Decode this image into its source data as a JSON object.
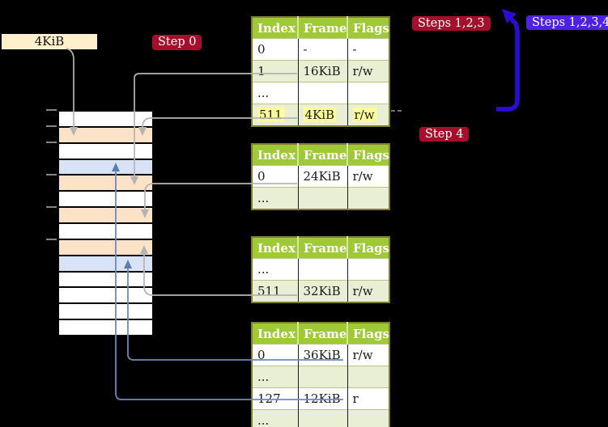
{
  "frame_register": {
    "label": "4KiB"
  },
  "badges": {
    "step0": "Step 0",
    "steps123": "Steps 1,2,3",
    "steps1234": "Steps 1,2,3,4",
    "step4": "Step 4"
  },
  "tables": [
    {
      "name": "page-table-level-1",
      "headers": [
        "Index",
        "Frame",
        "Flags"
      ],
      "rows": [
        {
          "cells": [
            "0",
            "-",
            "-"
          ]
        },
        {
          "cells": [
            "1",
            "16KiB",
            "r/w"
          ]
        },
        {
          "cells": [
            "...",
            "",
            ""
          ]
        },
        {
          "cells": [
            "511",
            "4KiB",
            "r/w"
          ],
          "highlighted": true
        }
      ]
    },
    {
      "name": "page-table-level-2",
      "headers": [
        "Index",
        "Frame",
        "Flags"
      ],
      "rows": [
        {
          "cells": [
            "0",
            "24KiB",
            "r/w"
          ]
        },
        {
          "cells": [
            "...",
            "",
            ""
          ]
        }
      ]
    },
    {
      "name": "page-table-level-3",
      "headers": [
        "Index",
        "Frame",
        "Flags"
      ],
      "rows": [
        {
          "cells": [
            "...",
            "",
            ""
          ]
        },
        {
          "cells": [
            "511",
            "32KiB",
            "r/w"
          ]
        }
      ]
    },
    {
      "name": "page-table-level-4",
      "headers": [
        "Index",
        "Frame",
        "Flags"
      ],
      "rows": [
        {
          "cells": [
            "0",
            "36KiB",
            "r/w"
          ]
        },
        {
          "cells": [
            "...",
            "",
            ""
          ]
        },
        {
          "cells": [
            "127",
            "12KiB",
            "r"
          ]
        },
        {
          "cells": [
            "...",
            "",
            ""
          ]
        }
      ]
    }
  ],
  "memory": {
    "rows": [
      "free",
      "pagetable",
      "free",
      "page",
      "pagetable",
      "free",
      "pagetable",
      "free",
      "pagetable",
      "page",
      "free",
      "free",
      "free",
      "free"
    ]
  },
  "colors": {
    "badge_red": "#a50f2b",
    "badge_blue": "#4d22e2",
    "flow_arrow_blue": "#2a0cd4",
    "table_header_green": "#a0c938",
    "table_alt_row_green": "#e9efd5",
    "table_border_olive": "#7e7e2c",
    "highlight_yellow": "#ffff99",
    "frame_register_cream": "#fdf0cb",
    "memory_pagetable_orange": "#fce3c8",
    "memory_page_blue": "#d8e4f6",
    "connector_gray": "#b4b4b4",
    "connector_blue": "#6d89bd"
  }
}
